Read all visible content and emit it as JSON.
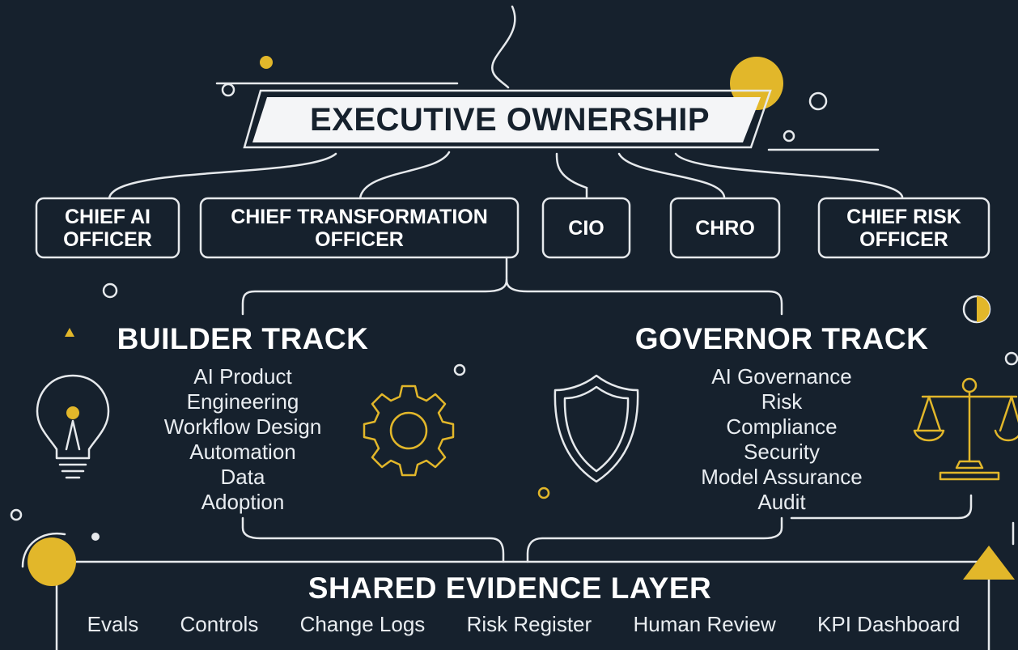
{
  "executive": {
    "title": "EXECUTIVE OWNERSHIP"
  },
  "roles": [
    {
      "line1": "CHIEF AI",
      "line2": "OFFICER"
    },
    {
      "line1": "CHIEF TRANSFORMATION",
      "line2": "OFFICER"
    },
    {
      "line1": "CIO",
      "line2": ""
    },
    {
      "line1": "CHRO",
      "line2": ""
    },
    {
      "line1": "CHIEF RISK",
      "line2": "OFFICER"
    }
  ],
  "builder": {
    "title": "BUILDER TRACK",
    "items": [
      "AI Product",
      "Engineering",
      "Workflow Design",
      "Automation",
      "Data",
      "Adoption"
    ],
    "icons": [
      "lightbulb-icon",
      "gear-icon"
    ]
  },
  "governor": {
    "title": "GOVERNOR TRACK",
    "items": [
      "AI Governance",
      "Risk",
      "Compliance",
      "Security",
      "Model Assurance",
      "Audit"
    ],
    "icons": [
      "shield-icon",
      "scales-icon"
    ]
  },
  "shared": {
    "title": "SHARED EVIDENCE LAYER",
    "items": [
      "Evals",
      "Controls",
      "Change Logs",
      "Risk Register",
      "Human Review",
      "KPI Dashboard"
    ]
  },
  "colors": {
    "background": "#16212d",
    "line": "#e6e9ec",
    "accent": "#e2b72a",
    "text": "#ffffff"
  }
}
